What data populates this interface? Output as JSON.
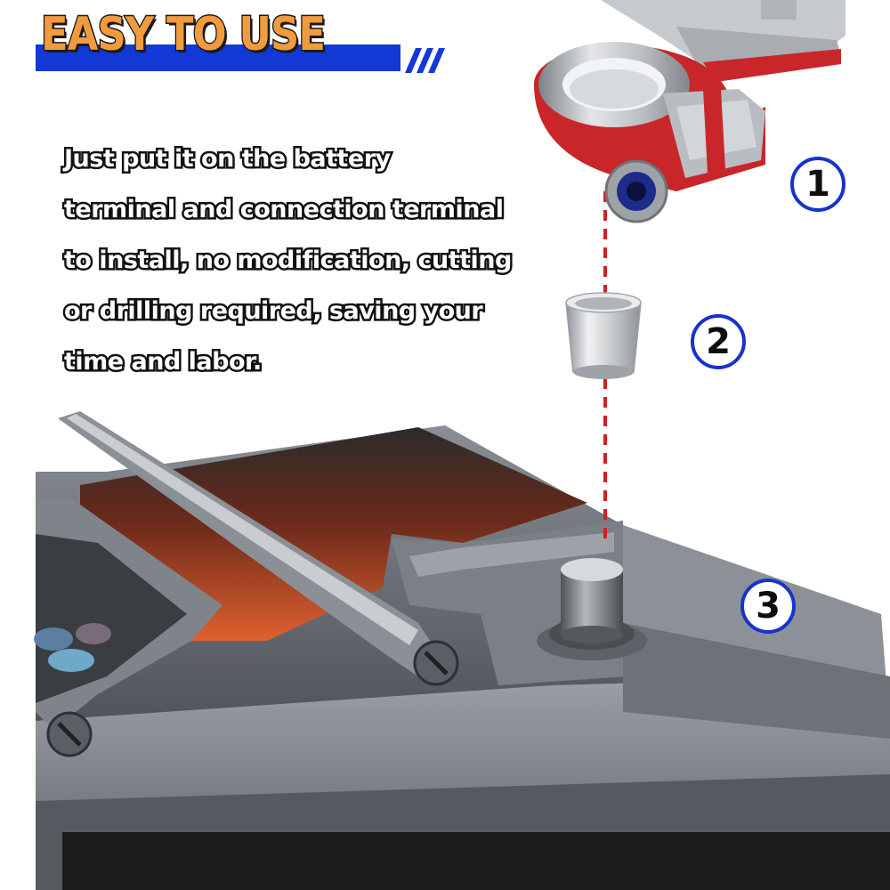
{
  "banner": {
    "title": "EASY TO USE",
    "accent_color": "#1238d6",
    "title_color": "#f19a3e"
  },
  "description": {
    "lines": [
      "Just put it on the battery",
      "terminal and connection terminal",
      "to install, no modification, cutting",
      "or drilling required, saving your",
      "time and labor."
    ]
  },
  "steps": [
    {
      "number": "1",
      "item": "battery-clamp-terminal"
    },
    {
      "number": "2",
      "item": "terminal-sleeve-adapter"
    },
    {
      "number": "3",
      "item": "battery-post"
    }
  ],
  "colors": {
    "step_ring": "#1733c9",
    "guide_line": "#d32020",
    "clamp_red": "#c8262a",
    "battery_grey": "#6e737a",
    "lid_orange": "#d9592c"
  }
}
